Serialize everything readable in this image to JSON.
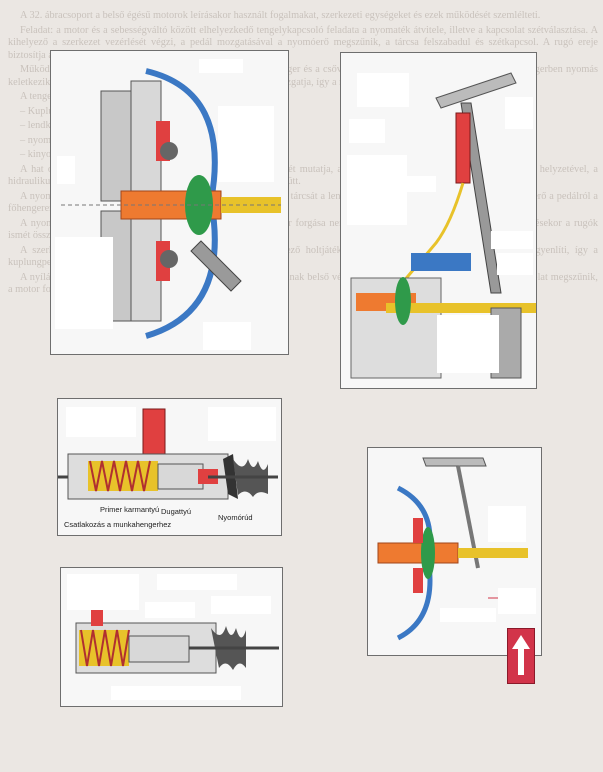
{
  "page_text": [
    "A 32. ábracsoport a belső égésű motorok leírásakor használt fogalmakat, szerkezeti egységeket és ezek működését szemlélteti.",
    "Feladat: a motor és a sebességváltó között elhelyezkedő tengelykapcsoló feladata a nyomaték átvitele, illetve a kapcsolat szétválasztása. A kihelyező a szerkezet vezérlését végzi, a pedál mozgatásával a nyomóerő megszűnik, a tárcsa felszabadul és szétkapcsol. A rugó ereje biztosítja a nyomatékátvitelt.",
    "Működés: a rendszer hidraulikus részei a főhenger, a munkahenger és a csővezeték. A kuplungpedál lenyomásakor a főhengerben nyomás keletkezik, amely a munkahengerhez jutva a kinyomócsapágyat mozgatja, így a nyomólap eltávolodik a súrlódó tárcsától.",
    "A tengelykapcsoló fő részei:",
    "– Kuplungtárcsa,",
    "– lendkerék,",
    "– nyomólap, rugók,",
    "– kinyomócsapágy.",
    "A hat oldalt látható ábra a súrlódó tengelykapcsoló elrendezését mutatja, a beépített alkatrészek egymáshoz viszonyított helyzetével, a hidraulikus működtetés és a mechanikus kapcsolódás elemeivel együtt.",
    "A nyomólapot a lendkerékhez csavarozott ház tartja, a rugóerő a tárcsát a lendkeréknek szorítja. A kinyomáshoz szükséges erő a pedálról a főhengeren és a munkahengeren keresztül jut el a kinyomó villához.",
    "A nyomóerő megszüntetésekor a tárcsa szabaddá válik, a motor forgása nem jut el a sebességváltóhoz. A pedál felengedésekor a rugók ismét összeszorítják a súrlódó felületeket, és létrejön a kapcsolat.",
    "A szerkezet önbeálló kivitelű, a kopás következtében keletkező holtjátékot a hidraulikus rendszer automatikusan kiegyenlíti, így a kuplungpedál helyzete az élettartam során nem változik.",
    "A nyílással jelzett irányban a kinyomócsapágy a nyomólap rugóinak belső végére hat, a tárcsa és a lendkerék közötti kapcsolat megszűnik, a motor forgatónyomatéka nem jut tovább."
  ],
  "figure_labels": {
    "master_piston": "Primer karmantyú",
    "plunger": "Dugattyú",
    "connection": "Csatlakozás a munkahengerhez",
    "push_rod": "Nyomórúd"
  },
  "colors": {
    "blue_housing": "#3b78c4",
    "red_springs": "#e04040",
    "orange_hub": "#ee7a30",
    "green_parts": "#2f9a4a",
    "yellow_shaft": "#e8c22a",
    "arrow_red": "#d2344a"
  }
}
